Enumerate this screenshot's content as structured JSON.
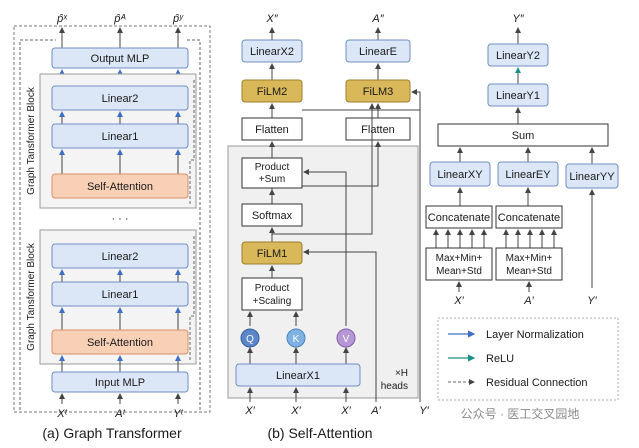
{
  "panel_a": {
    "caption": "(a) Graph Transformer",
    "block_label": "Graph Tansformer Block",
    "output_mlp": "Output MLP",
    "linear2": "Linear2",
    "linear1": "Linear1",
    "self_attention": "Self-Attention",
    "dots": "· · ·",
    "input_mlp": "Input MLP",
    "inputs": [
      "Xᵗ",
      "Aᵗ",
      "Yᵗ"
    ],
    "outputs": [
      "p̂ˣ",
      "p̂ᴬ",
      "p̂ʸ"
    ]
  },
  "panel_b": {
    "caption": "(b) Self-Attention",
    "linearx2": "LinearX2",
    "lineare": "LinearE",
    "film2": "FiLM2",
    "film3": "FiLM3",
    "flatten": "Flatten",
    "product_sum": [
      "Product",
      "+Sum"
    ],
    "softmax": "Softmax",
    "film1": "FiLM1",
    "product_scaling": [
      "Product",
      "+Scaling"
    ],
    "q": "Q",
    "k": "K",
    "v": "V",
    "linearx1": "LinearX1",
    "heads": [
      "×H",
      "heads"
    ],
    "inputs": [
      "X′",
      "X′",
      "X′",
      "A′",
      "Y′"
    ],
    "outputs": [
      "X″",
      "A″"
    ]
  },
  "panel_c": {
    "output": "Y″",
    "lineary2": "LinearY2",
    "lineary1": "LinearY1",
    "sum": "Sum",
    "linearxy": "LinearXY",
    "linearey": "LinearEY",
    "linearyy": "LinearYY",
    "concatenate": "Concatenate",
    "stats": [
      "Max+Min+",
      "Mean+Std"
    ],
    "inputs": [
      "X′",
      "A′",
      "Y′"
    ]
  },
  "legend": {
    "layer_norm": "Layer Normalization",
    "relu": "ReLU",
    "residual": "Residual Connection"
  },
  "colors": {
    "layer_norm": "#3d6fc2",
    "relu": "#1f8f8a"
  },
  "watermark": "公众号 · 医工交叉园地"
}
